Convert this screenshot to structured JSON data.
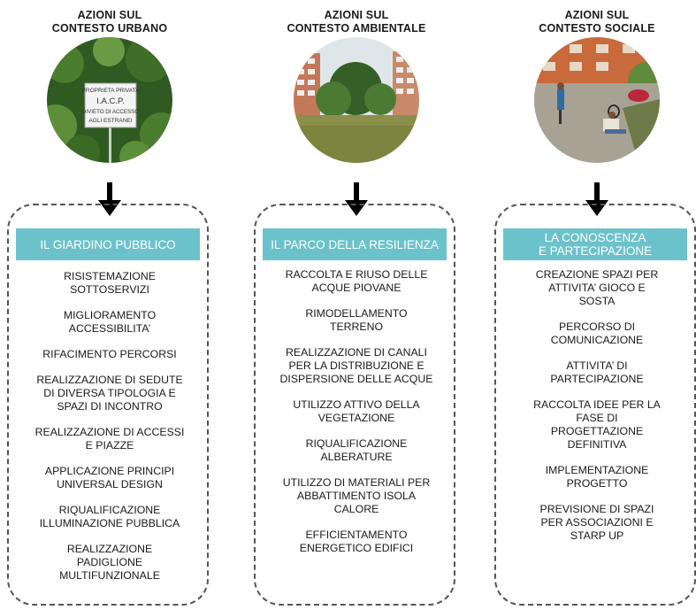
{
  "columns": [
    {
      "heading": [
        "AZIONI SUL",
        "CONTESTO URBANO"
      ],
      "sign": [
        "PROPRIETA PRIVATA",
        "I.A.C.P.",
        "DIVIETO DI ACCESSO",
        "AGLI ESTRANEI"
      ],
      "banner": [
        "IL GIARDINO PUBBLICO"
      ],
      "items": [
        [
          "RISISTEMAZIONE",
          "SOTTOSERVIZI"
        ],
        [
          "MIGLIORAMENTO",
          "ACCESSIBILITA’"
        ],
        [
          "RIFACIMENTO PERCORSI"
        ],
        [
          "REALIZZAZIONE  DI SEDUTE",
          "DI DIVERSA TIPOLOGIA E",
          "SPAZI DI INCONTRO"
        ],
        [
          "REALIZZAZIONE DI ACCESSI",
          "E PIAZZE"
        ],
        [
          "APPLICAZIONE PRINCIPI",
          "UNIVERSAL DESIGN"
        ],
        [
          "RIQUALIFICAZIONE",
          "ILLUMINAZIONE PUBBLICA"
        ],
        [
          "REALIZZAZIONE",
          "PADIGLIONE",
          "MULTIFUNZIONALE"
        ]
      ]
    },
    {
      "heading": [
        "AZIONI SUL",
        "CONTESTO AMBIENTALE"
      ],
      "banner": [
        "IL PARCO DELLA RESILIENZA"
      ],
      "items": [
        [
          "RACCOLTA E RIUSO DELLE",
          "ACQUE PIOVANE"
        ],
        [
          "RIMODELLAMENTO",
          "TERRENO"
        ],
        [
          "REALIZZAZIONE DI CANALI",
          "PER LA DISTRIBUZIONE E",
          "DISPERSIONE  DELLE ACQUE"
        ],
        [
          "UTILIZZO ATTIVO DELLA",
          "VEGETAZIONE"
        ],
        [
          "RIQUALIFICAZIONE",
          "ALBERATURE"
        ],
        [
          "UTILIZZO DI MATERIALI PER",
          "ABBATTIMENTO ISOLA",
          "CALORE"
        ],
        [
          "EFFICIENTAMENTO",
          "ENERGETICO EDIFICI"
        ]
      ]
    },
    {
      "heading": [
        "AZIONI SUL",
        "CONTESTO SOCIALE"
      ],
      "banner": [
        "LA CONOSCENZA",
        "E PARTECIPAZIONE"
      ],
      "items": [
        [
          "CREAZIONE SPAZI PER",
          "ATTIVITA’ GIOCO E",
          "SOSTA"
        ],
        [
          "PERCORSO DI",
          "COMUNICAZIONE"
        ],
        [
          "ATTIVITA’ DI",
          "PARTECIPAZIONE"
        ],
        [
          "RACCOLTA IDEE PER LA",
          "FASE DI",
          "PROGETTAZIONE",
          "DEFINITIVA"
        ],
        [
          "IMPLEMENTAZIONE",
          "PROGETTO"
        ],
        [
          "PREVISIONE DI SPAZI",
          "PER ASSOCIAZIONI E",
          "STARP UP"
        ]
      ]
    }
  ],
  "colors": {
    "banner": "#6cc2cb",
    "border": "#555555",
    "arrow": "#000000"
  }
}
